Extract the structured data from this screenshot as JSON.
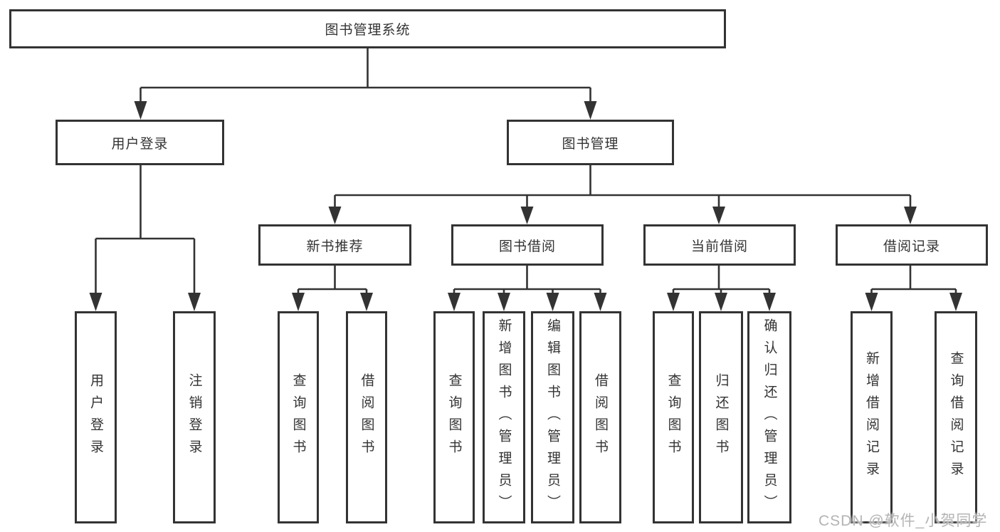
{
  "tree": {
    "root_label": "图书管理系统",
    "branches": [
      {
        "label": "用户登录",
        "children": [
          {
            "label": "用户登录"
          },
          {
            "label": "注销登录"
          }
        ]
      },
      {
        "label": "图书管理",
        "sections": [
          {
            "label": "新书推荐",
            "children": [
              {
                "label": "查询图书"
              },
              {
                "label": "借阅图书"
              }
            ]
          },
          {
            "label": "图书借阅",
            "children": [
              {
                "label": "查询图书"
              },
              {
                "label": "新增图书（管理员）"
              },
              {
                "label": "编辑图书（管理员）"
              },
              {
                "label": "借阅图书"
              }
            ]
          },
          {
            "label": "当前借阅",
            "children": [
              {
                "label": "查询图书"
              },
              {
                "label": "归还图书"
              },
              {
                "label": "确认归还（管理员）"
              }
            ]
          },
          {
            "label": "借阅记录",
            "children": [
              {
                "label": "新增借阅记录"
              },
              {
                "label": "查询借阅记录"
              }
            ]
          }
        ]
      }
    ]
  },
  "watermark": "CSDN @软件_小贺同学",
  "colors": {
    "line": "#333333",
    "box_border": "#333333",
    "text": "#333333",
    "watermark": "#b4b4b4",
    "background": "#ffffff"
  }
}
